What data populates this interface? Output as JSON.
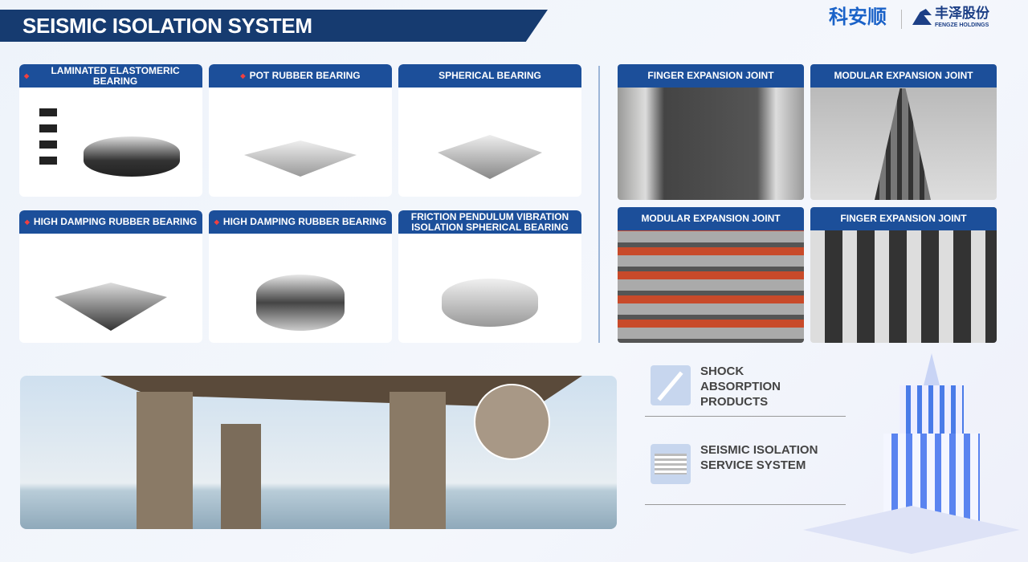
{
  "header": {
    "title": "SEISMIC ISOLATION SYSTEM",
    "logo_left": "科安顺",
    "logo_right_cn": "丰泽股份",
    "logo_right_en": "FENGZE HOLDINGS"
  },
  "bearings": [
    {
      "label": "LAMINATED ELASTOMERIC BEARING"
    },
    {
      "label": "POT RUBBER BEARING"
    },
    {
      "label": "SPHERICAL BEARING"
    },
    {
      "label": "HIGH DAMPING RUBBER BEARING"
    },
    {
      "label": "HIGH DAMPING RUBBER BEARING"
    },
    {
      "label": "FRICTION PENDULUM VIBRATION ISOLATION SPHERICAL BEARING"
    }
  ],
  "joints": [
    {
      "label": "FINGER EXPANSION JOINT"
    },
    {
      "label": "MODULAR EXPANSION JOINT"
    },
    {
      "label": "MODULAR EXPANSION JOINT"
    },
    {
      "label": "FINGER EXPANSION JOINT"
    }
  ],
  "features": [
    {
      "label": "SHOCK ABSORPTION PRODUCTS",
      "icon": "damper-icon"
    },
    {
      "label": "SEISMIC ISOLATION SERVICE SYSTEM",
      "icon": "isolator-icon"
    }
  ],
  "colors": {
    "navy": "#163b70",
    "header_blue": "#1c4f9a",
    "accent_red": "#f04040"
  }
}
